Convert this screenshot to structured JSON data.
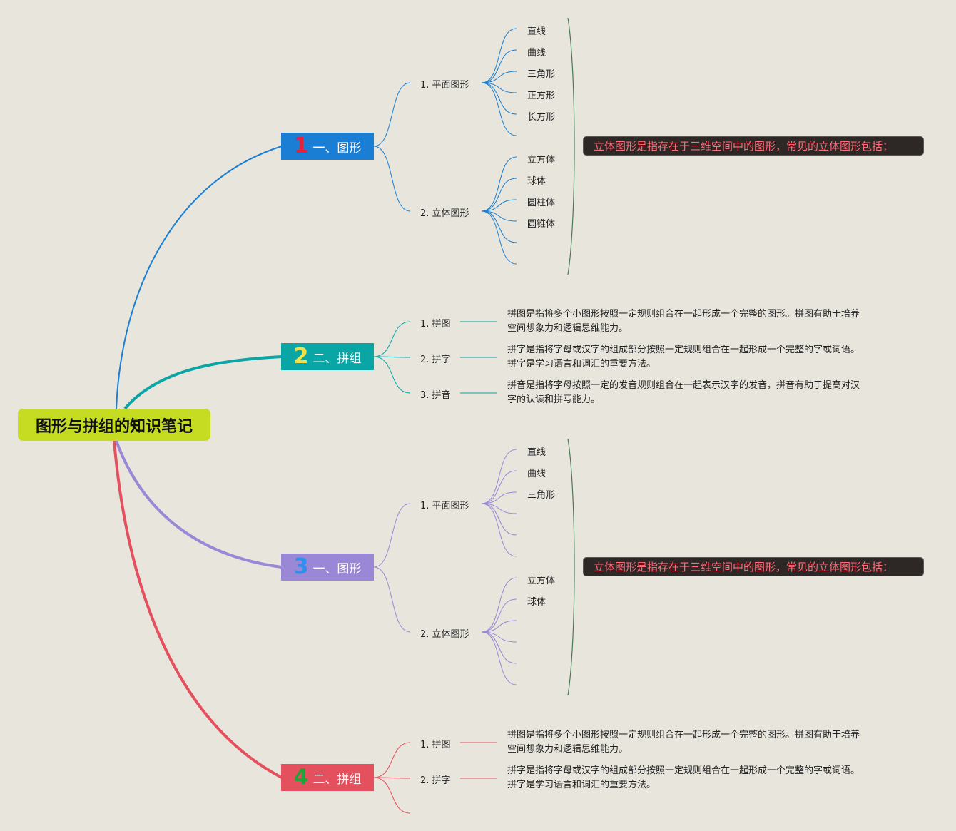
{
  "root": {
    "title": "图形与拼组的知识笔记",
    "color": "#c5dc22"
  },
  "branches": [
    {
      "num": "1",
      "label": "一、图形",
      "color": "#1a7fd4",
      "num_color": "#e8213a",
      "subs": [
        {
          "label": "1. 平面图形",
          "leaves": [
            "直线",
            "曲线",
            "三角形",
            "正方形",
            "长方形"
          ]
        },
        {
          "label": "2. 立体图形",
          "leaves": [
            "立方体",
            "球体",
            "圆柱体",
            "圆锥体"
          ]
        }
      ],
      "callout": "立体图形是指存在于三维空间中的图形，常见的立体图形包括："
    },
    {
      "num": "2",
      "label": "二、拼组",
      "color": "#0aa5a5",
      "num_color": "#f2e04a",
      "subs": [
        {
          "label": "1. 拼图",
          "desc": "拼图是指将多个小图形按照一定规则组合在一起形成一个完整的图形。拼图有助于培养空间想象力和逻辑思维能力。"
        },
        {
          "label": "2. 拼字",
          "desc": "拼字是指将字母或汉字的组成部分按照一定规则组合在一起形成一个完整的字或词语。拼字是学习语言和词汇的重要方法。"
        },
        {
          "label": "3. 拼音",
          "desc": "拼音是指将字母按照一定的发音规则组合在一起表示汉字的发音，拼音有助于提高对汉字的认读和拼写能力。"
        }
      ]
    },
    {
      "num": "3",
      "label": "一、图形",
      "color": "#9a87d6",
      "num_color": "#2f8ff0",
      "subs": [
        {
          "label": "1. 平面图形",
          "leaves": [
            "直线",
            "曲线",
            "三角形"
          ]
        },
        {
          "label": "2. 立体图形",
          "leaves": [
            "立方体",
            "球体"
          ]
        }
      ],
      "callout": "立体图形是指存在于三维空间中的图形，常见的立体图形包括："
    },
    {
      "num": "4",
      "label": "二、拼组",
      "color": "#e5505e",
      "num_color": "#1fa33a",
      "subs": [
        {
          "label": "1. 拼图",
          "desc": "拼图是指将多个小图形按照一定规则组合在一起形成一个完整的图形。拼图有助于培养空间想象力和逻辑思维能力。"
        },
        {
          "label": "2. 拼字",
          "desc": "拼字是指将字母或汉字的组成部分按照一定规则组合在一起形成一个完整的字或词语。拼字是学习语言和词汇的重要方法。"
        }
      ]
    }
  ]
}
